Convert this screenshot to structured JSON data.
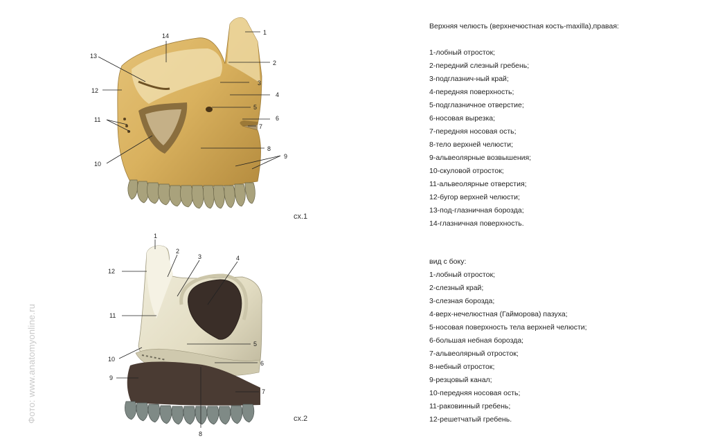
{
  "watermark": "Фото: www.anatomyonline.ru",
  "figure1": {
    "caption": "сх.1",
    "labels": [
      "1",
      "2",
      "3",
      "4",
      "5",
      "6",
      "7",
      "8",
      "9",
      "10",
      "11",
      "12",
      "13",
      "14"
    ]
  },
  "figure2": {
    "caption": "сх.2",
    "labels": [
      "1",
      "2",
      "3",
      "4",
      "5",
      "6",
      "7",
      "8",
      "9",
      "10",
      "11",
      "12"
    ]
  },
  "legend1": {
    "title": "Верхняя челюсть (верхнечюстная кость-maxilla),правая:",
    "items": [
      "1-лобный отросток;",
      "2-передний слезный гребень;",
      "3-подглазнич-ный край;",
      "4-передняя поверхность;",
      "5-подглазничное отверстие;",
      "6-носовая вырезка;",
      "7-передняя носовая ость;",
      "8-тело верхней челюсти;",
      "9-альвеолярные возвышения;",
      "10-скуловой отросток;",
      "11-альвеолярные отверстия;",
      "12-бугор верхней челюсти;",
      "13-под-глазничная борозда;",
      "14-глазничная поверхность."
    ]
  },
  "legend2": {
    "title": "вид с боку:",
    "items": [
      "1-лобный отросток;",
      "2-слезный край;",
      "3-слезная борозда;",
      "4-верх-нечелюстная (Гайморова) пазуха;",
      "5-носовая поверхность тела верхней челюсти;",
      "6-большая небная борозда;",
      "7-альвеолярный отросток;",
      "8-небный отросток;",
      "9-резцовый канал;",
      "10-передняя носовая ость;",
      "11-раковинный гребень;",
      "12-решетчатый гребень."
    ]
  },
  "colors": {
    "bone1": "#d9b15e",
    "bone1_light": "#ecd7a0",
    "teeth1": "#a9a27c",
    "bone2": "#e7e2cb",
    "sinus": "#3a2e28",
    "teeth2": "#7f8a86"
  }
}
